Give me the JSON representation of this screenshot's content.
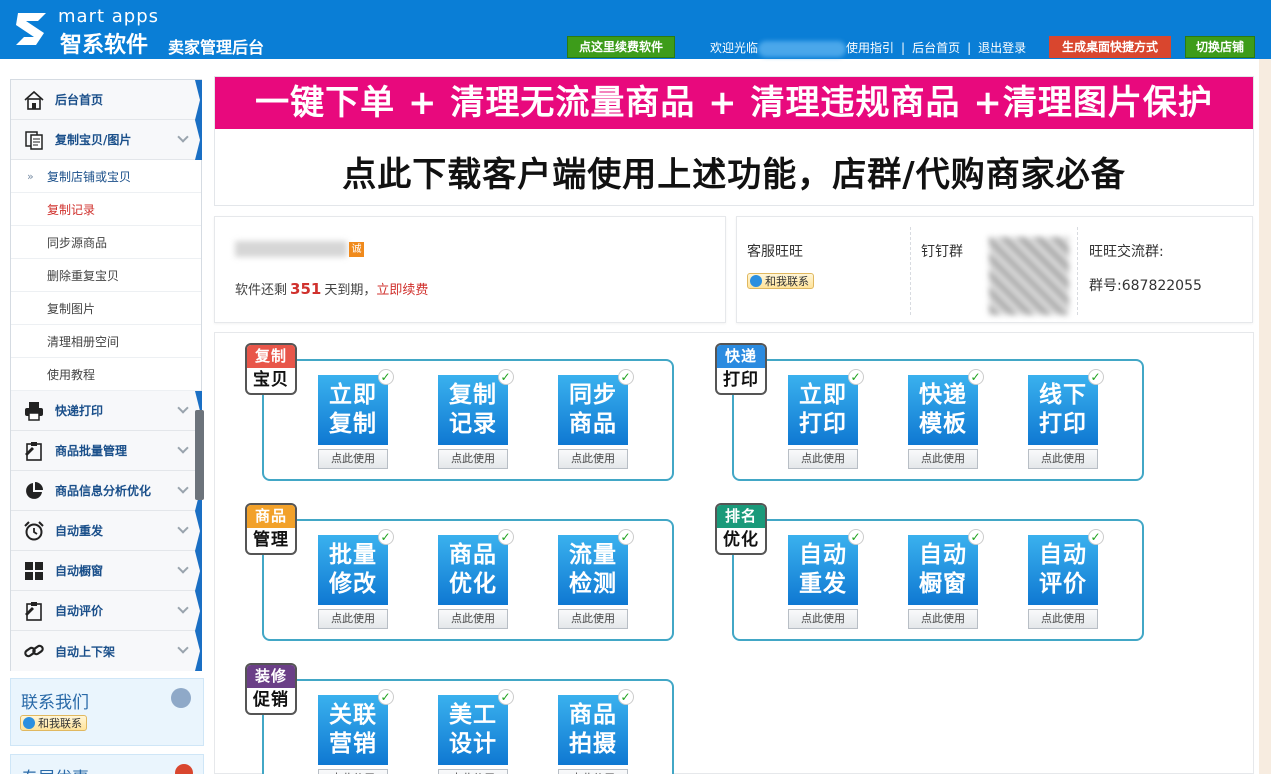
{
  "header": {
    "brand_en": "mart apps",
    "brand_cn": "智系软件",
    "brand_sub": "卖家管理后台",
    "renew_button": "点这里续费软件",
    "welcome": "欢迎光临",
    "links": [
      "使用指引",
      "后台首页",
      "退出登录"
    ],
    "shortcut_button": "生成桌面快捷方式",
    "switch_button": "切换店铺"
  },
  "sidebar": {
    "items": [
      {
        "label": "后台首页",
        "icon": "home-icon"
      },
      {
        "label": "复制宝贝/图片",
        "icon": "copy-icon"
      },
      {
        "label": "快递打印",
        "icon": "printer-icon"
      },
      {
        "label": "商品批量管理",
        "icon": "clipboard-icon"
      },
      {
        "label": "商品信息分析优化",
        "icon": "pie-chart-icon"
      },
      {
        "label": "自动重发",
        "icon": "alarm-clock-icon"
      },
      {
        "label": "自动橱窗",
        "icon": "grid-icon"
      },
      {
        "label": "自动评价",
        "icon": "clipboard-icon"
      },
      {
        "label": "自动上下架",
        "icon": "link-icon"
      }
    ],
    "subitems": [
      "复制店铺或宝贝",
      "复制记录",
      "同步源商品",
      "删除重复宝贝",
      "复制图片",
      "清理相册空间",
      "使用教程"
    ],
    "contact_title": "联系我们",
    "promo_title": "专属优惠",
    "qq_label": "和我联系"
  },
  "banner": {
    "line1": "一键下单 + 清理无流量商品 + 清理违规商品 +清理图片保护",
    "line2": "点此下载客户端使用上述功能，店群/代购商家必备"
  },
  "account": {
    "cheng_badge": "诚",
    "remain_prefix": "软件还剩",
    "remain_days": "351",
    "remain_suffix": "天到期，",
    "renew_link": "立即续费"
  },
  "support": {
    "wangwang_label": "客服旺旺",
    "qq_label": "和我联系",
    "dingding_label": "钉钉群",
    "group_label": "旺旺交流群:",
    "group_number": "群号:687822055"
  },
  "use_label": "点此使用",
  "groups": [
    {
      "badge_top": "复制",
      "badge_bottom": "宝贝",
      "badge_color": "#e8564a",
      "tiles": [
        [
          "立即",
          "复制"
        ],
        [
          "复制",
          "记录"
        ],
        [
          "同步",
          "商品"
        ]
      ]
    },
    {
      "badge_top": "快递",
      "badge_bottom": "打印",
      "badge_color": "#2b8be0",
      "tiles": [
        [
          "立即",
          "打印"
        ],
        [
          "快递",
          "模板"
        ],
        [
          "线下",
          "打印"
        ]
      ]
    },
    {
      "badge_top": "商品",
      "badge_bottom": "管理",
      "badge_color": "#f2a12a",
      "tiles": [
        [
          "批量",
          "修改"
        ],
        [
          "商品",
          "优化"
        ],
        [
          "流量",
          "检测"
        ]
      ]
    },
    {
      "badge_top": "排名",
      "badge_bottom": "优化",
      "badge_color": "#1a9a7a",
      "tiles": [
        [
          "自动",
          "重发"
        ],
        [
          "自动",
          "橱窗"
        ],
        [
          "自动",
          "评价"
        ]
      ]
    },
    {
      "badge_top": "装修",
      "badge_bottom": "促销",
      "badge_color": "#6b3f87",
      "tiles": [
        [
          "关联",
          "营销"
        ],
        [
          "美工",
          "设计"
        ],
        [
          "商品",
          "拍摄"
        ]
      ]
    }
  ],
  "colors": {
    "header_bg": "#0a7ed6",
    "banner_pink": "#e8097d",
    "accent_green": "#3d9c1a",
    "accent_red": "#d9462e",
    "tile_blue": "#1a8de0"
  }
}
